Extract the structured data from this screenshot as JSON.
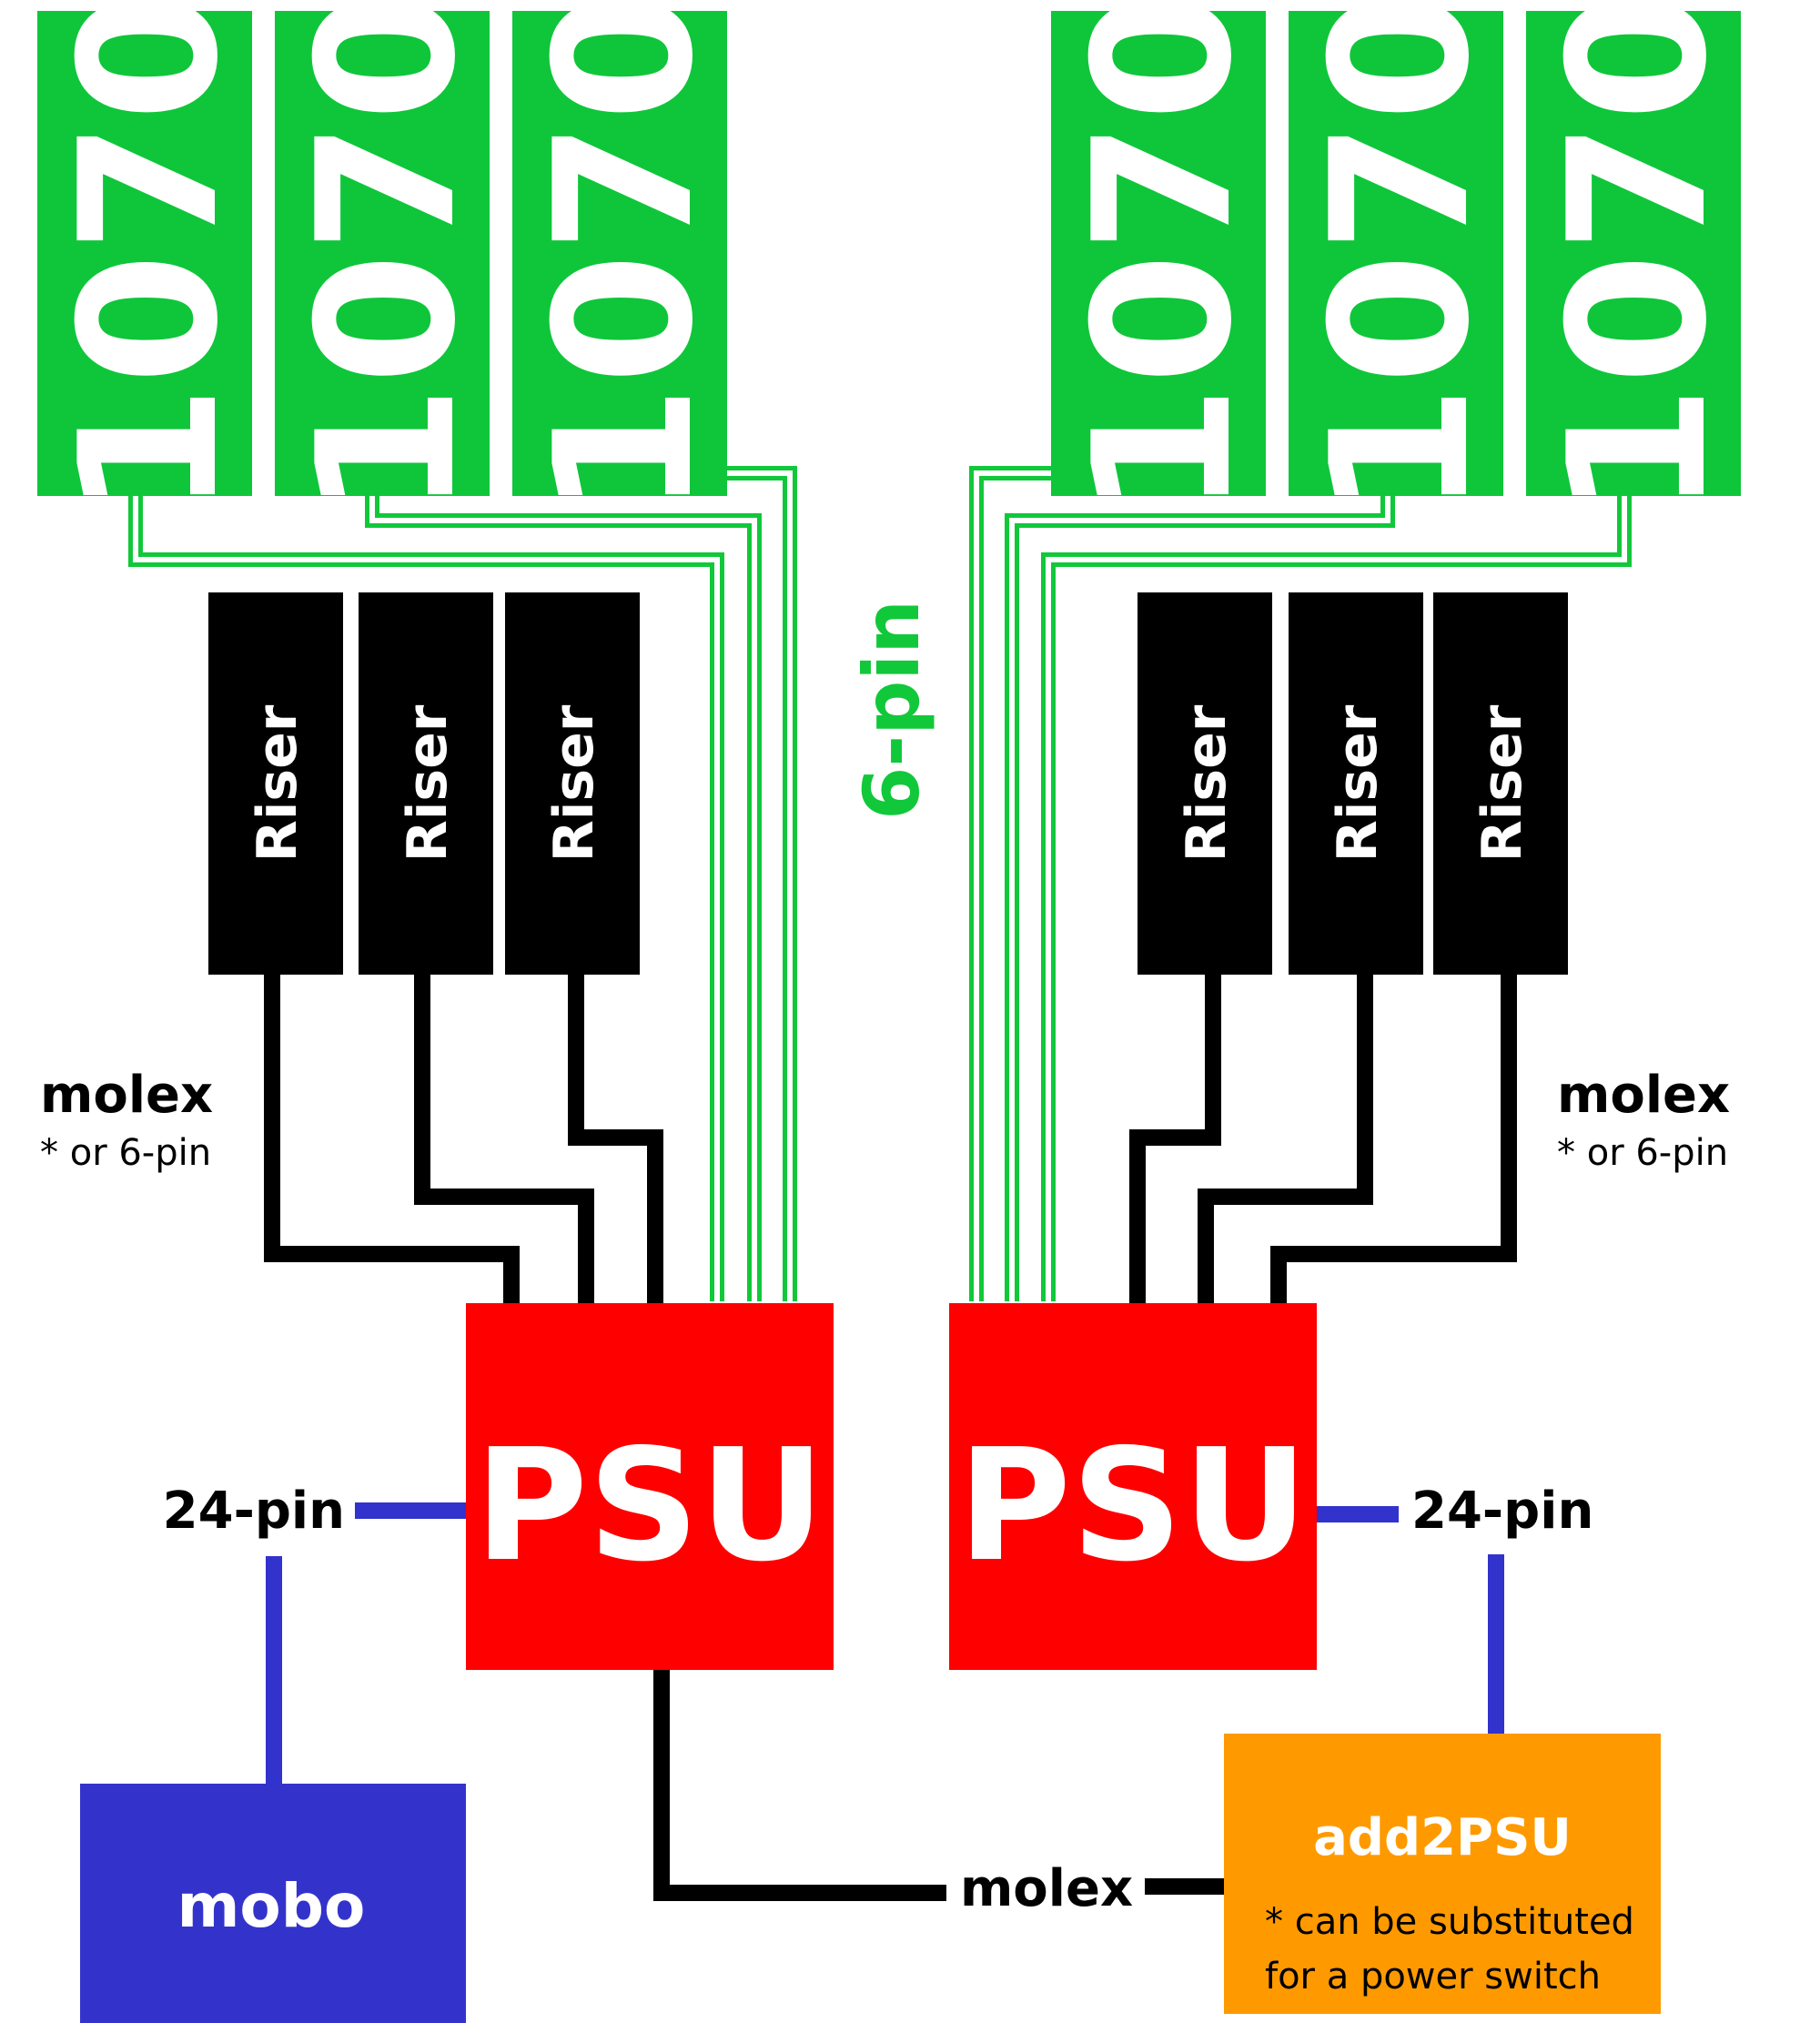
{
  "colors": {
    "gpu": "#0fc63a",
    "green_wire": "#11c83a",
    "riser": "#000000",
    "psu": "#fe0000",
    "blue_wire": "#3232cc",
    "mobo": "#3333cc",
    "add2psu": "#fe9a00"
  },
  "gpus": {
    "left": [
      "1070",
      "1070",
      "1070"
    ],
    "right": [
      "1070",
      "1070",
      "1070"
    ]
  },
  "risers": {
    "left": [
      "Riser",
      "Riser",
      "Riser"
    ],
    "right": [
      "Riser",
      "Riser",
      "Riser"
    ]
  },
  "psu": {
    "left": "PSU",
    "right": "PSU"
  },
  "labels": {
    "six_pin": "6-pin",
    "molex_left": "molex",
    "molex_left_note": "* or 6-pin",
    "molex_right": "molex",
    "molex_right_note": "* or 6-pin",
    "pin24_left": "24-pin",
    "pin24_right": "24-pin",
    "molex_bottom": "molex"
  },
  "mobo": {
    "label": "mobo"
  },
  "add2psu": {
    "title": "add2PSU",
    "note_line1": "* can be substituted",
    "note_line2": "for a power switch"
  }
}
